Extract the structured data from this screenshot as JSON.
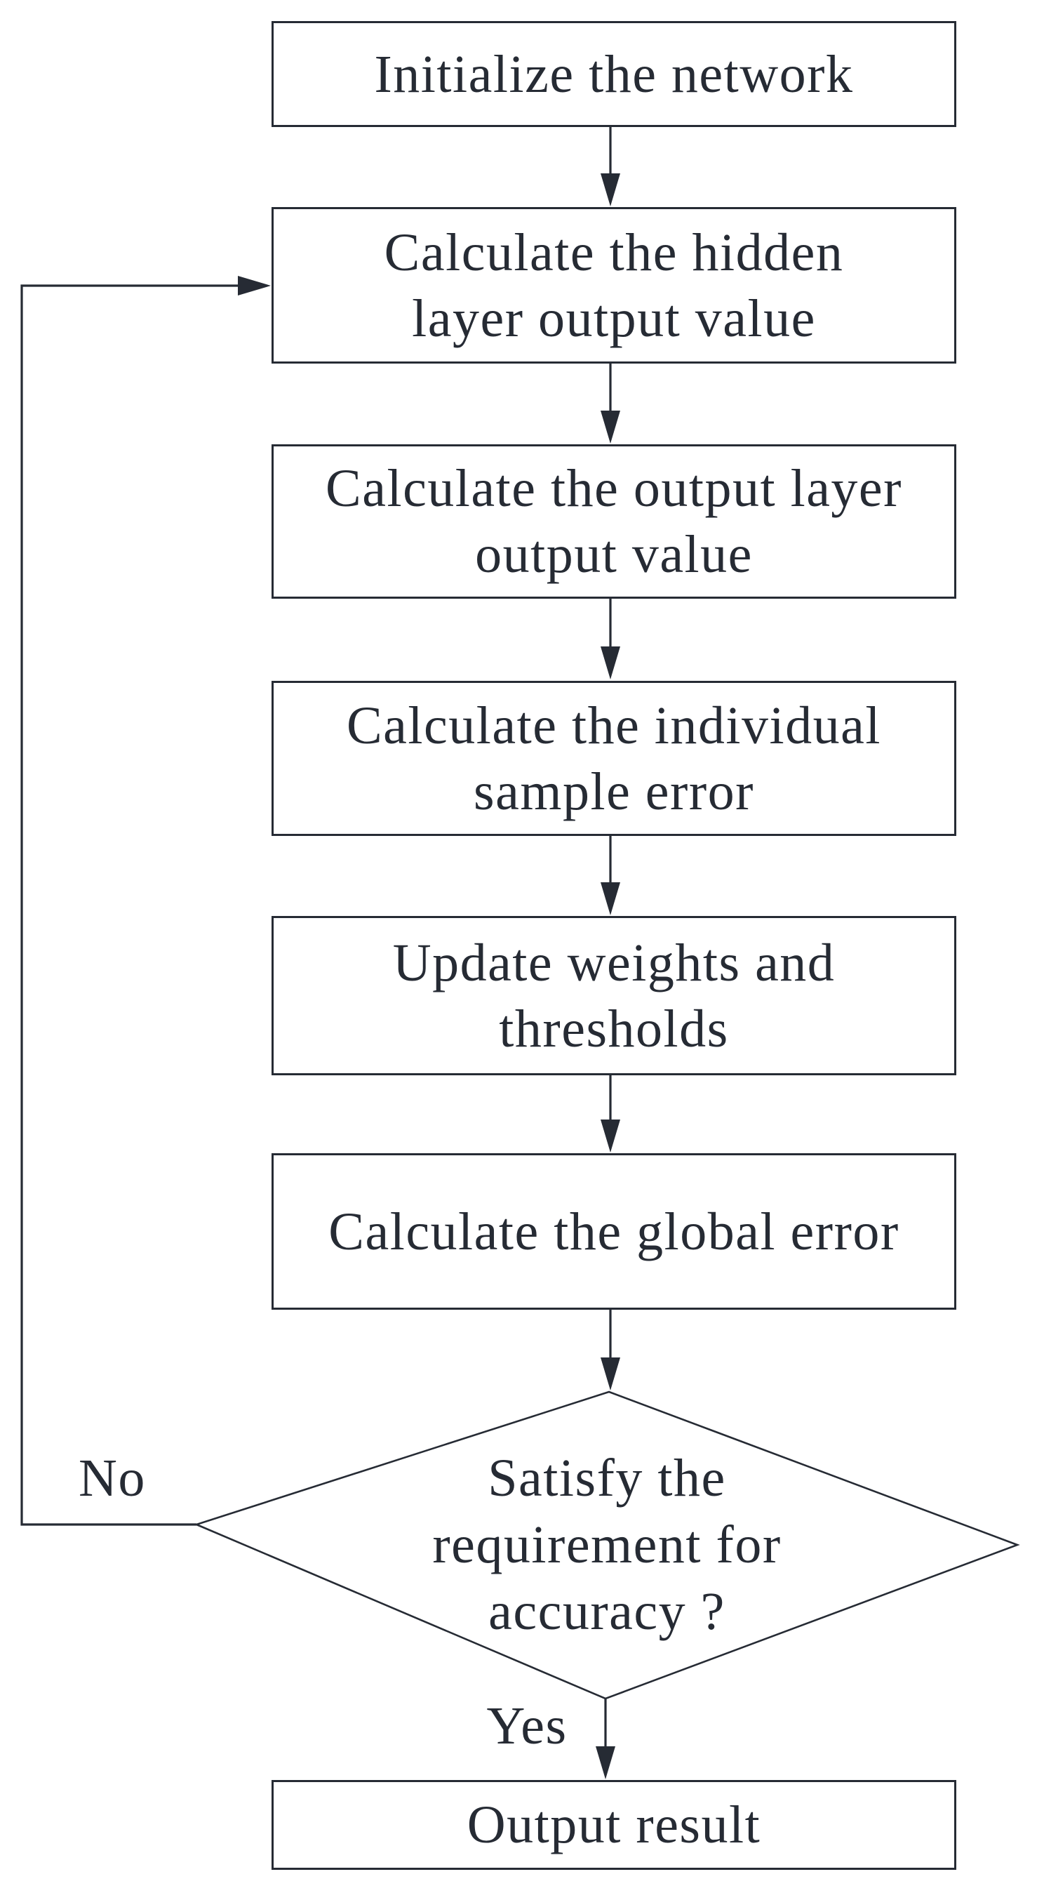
{
  "diagram": {
    "type": "flowchart",
    "ink_color": "#262b34",
    "background_color": "#ffffff",
    "nodes": [
      {
        "id": "initialize",
        "shape": "rect",
        "lines": [
          "Initialize the network"
        ]
      },
      {
        "id": "hidden-output",
        "shape": "rect",
        "lines": [
          "Calculate the hidden",
          "layer output value"
        ]
      },
      {
        "id": "output-layer",
        "shape": "rect",
        "lines": [
          "Calculate the output layer",
          "output value"
        ]
      },
      {
        "id": "sample-error",
        "shape": "rect",
        "lines": [
          "Calculate the individual",
          "sample error"
        ]
      },
      {
        "id": "update-weights",
        "shape": "rect",
        "lines": [
          "Update weights and",
          "thresholds"
        ]
      },
      {
        "id": "global-error",
        "shape": "rect",
        "lines": [
          "Calculate the global error"
        ]
      },
      {
        "id": "accuracy-decision",
        "shape": "diamond",
        "lines": [
          "Satisfy the",
          "requirement for",
          "accuracy ?"
        ]
      },
      {
        "id": "output-result",
        "shape": "rect",
        "lines": [
          "Output result"
        ]
      }
    ],
    "edge_labels": {
      "no": "No",
      "yes": "Yes"
    }
  }
}
